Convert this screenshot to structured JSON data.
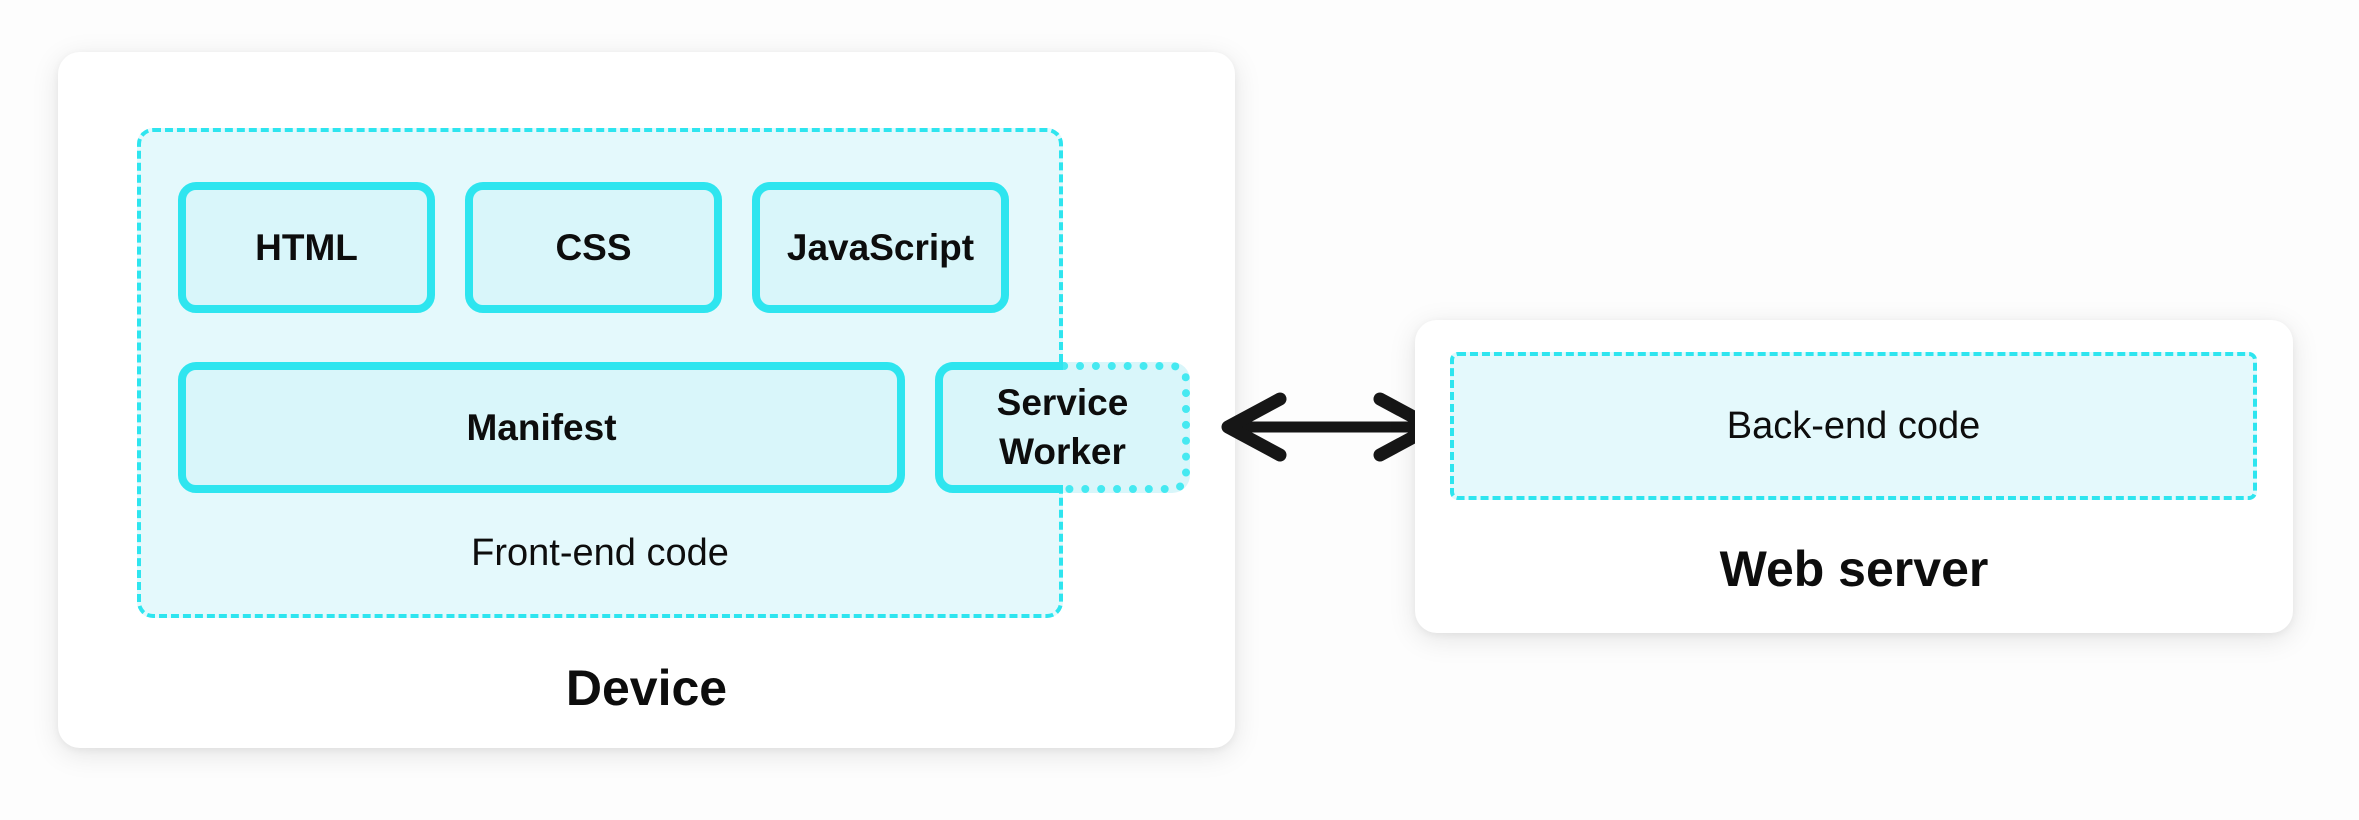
{
  "device": {
    "title": "Device",
    "frontend": {
      "title": "Front-end code",
      "boxes": {
        "html": "HTML",
        "css": "CSS",
        "javascript": "JavaScript",
        "manifest": "Manifest",
        "service_worker": "Service Worker"
      }
    }
  },
  "server": {
    "title": "Web server",
    "backend": {
      "title": "Back-end code"
    }
  },
  "colors": {
    "cyan": "#2ee5ef",
    "cyan_dot": "#45e9f1",
    "box_fill": "#d9f6fa",
    "container_fill": "#e4f9fc",
    "card_bg": "#ffffff",
    "page_bg": "#fdfdfd",
    "arrow": "#161616",
    "text": "#0d0d0d"
  }
}
